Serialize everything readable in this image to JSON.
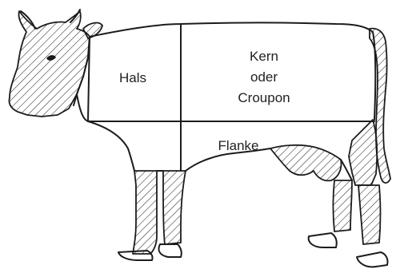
{
  "regions": [
    {
      "id": "hals",
      "lines": [
        "Hals"
      ]
    },
    {
      "id": "kern",
      "lines": [
        "Kern",
        "oder",
        "Croupon"
      ]
    },
    {
      "id": "flanke",
      "lines": [
        "Flanke"
      ]
    }
  ],
  "colors": {
    "ink": "#1c1c1c",
    "background": "#ffffff"
  }
}
